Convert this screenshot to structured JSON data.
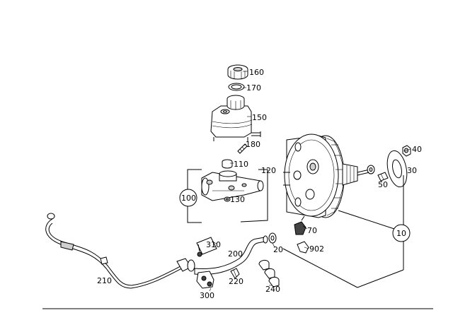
{
  "labels": {
    "p160": "160",
    "p170": "170",
    "p150": "150",
    "p180": "180",
    "p110": "110",
    "p120": "120",
    "p100": "100",
    "p130": "130",
    "p40": "40",
    "p30": "30",
    "p50": "50",
    "p10": "10",
    "p70": "70",
    "p902": "902",
    "p20": "20",
    "p310": "310",
    "p200": "200",
    "p210": "210",
    "p220": "220",
    "p240": "240",
    "p300": "300"
  }
}
